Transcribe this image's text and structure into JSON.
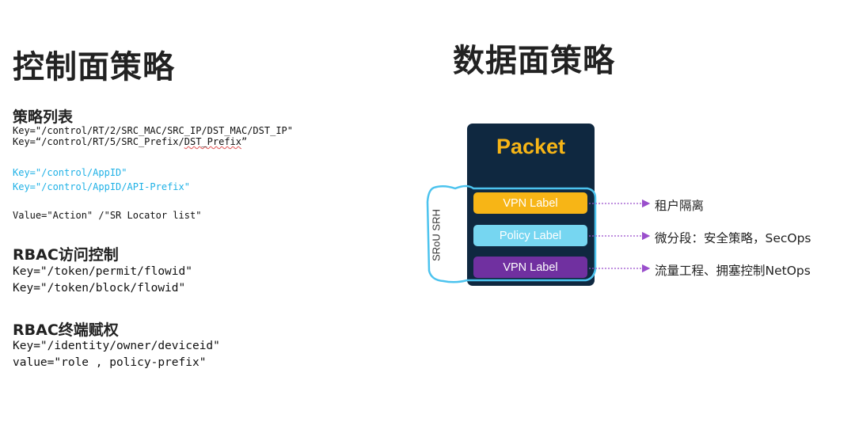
{
  "left": {
    "title": "控制面策略",
    "policy_list": {
      "heading": "策略列表",
      "line1": "Key=\"/control/RT/2/SRC_MAC/SRC_IP/DST_MAC/DST_IP\"",
      "line2_prefix": "Key=“/control/RT/5/SRC_Prefix/",
      "line2_mark": "DST_Prefix",
      "line2_suffix": "”",
      "cyan1": "Key=\"/control/AppID\"",
      "cyan2": "Key=\"/control/AppID/API-Prefix\"",
      "value": "Value=\"Action\" /\"SR Locator list\""
    },
    "rbac_access": {
      "heading": "RBAC访问控制",
      "line1": "Key=\"/token/permit/flowid\"",
      "line2": "Key=\"/token/block/flowid\""
    },
    "rbac_endpoint": {
      "heading": "RBAC终端赋权",
      "line1": "Key=\"/identity/owner/deviceid\"",
      "line2": "value=\"role , policy-prefix\""
    }
  },
  "right": {
    "title": "数据面策略",
    "packet_title": "Packet",
    "srh_label": "SRoU SRH",
    "labels": [
      "VPN Label",
      "Policy Label",
      "VPN Label"
    ],
    "descriptions": [
      "租户隔离",
      "微分段：安全策略，SecOps",
      "流量工程、拥塞控制NetOps"
    ]
  },
  "colors": {
    "packet_bg": "#0f2840",
    "packet_title": "#f7b516",
    "vpn_label_1": "#f7b516",
    "policy_label": "#76d6f1",
    "vpn_label_2": "#7030a0",
    "outline": "#4cc3ee",
    "arrow": "#9a4fcc",
    "cyan_text": "#1fb1e6"
  }
}
